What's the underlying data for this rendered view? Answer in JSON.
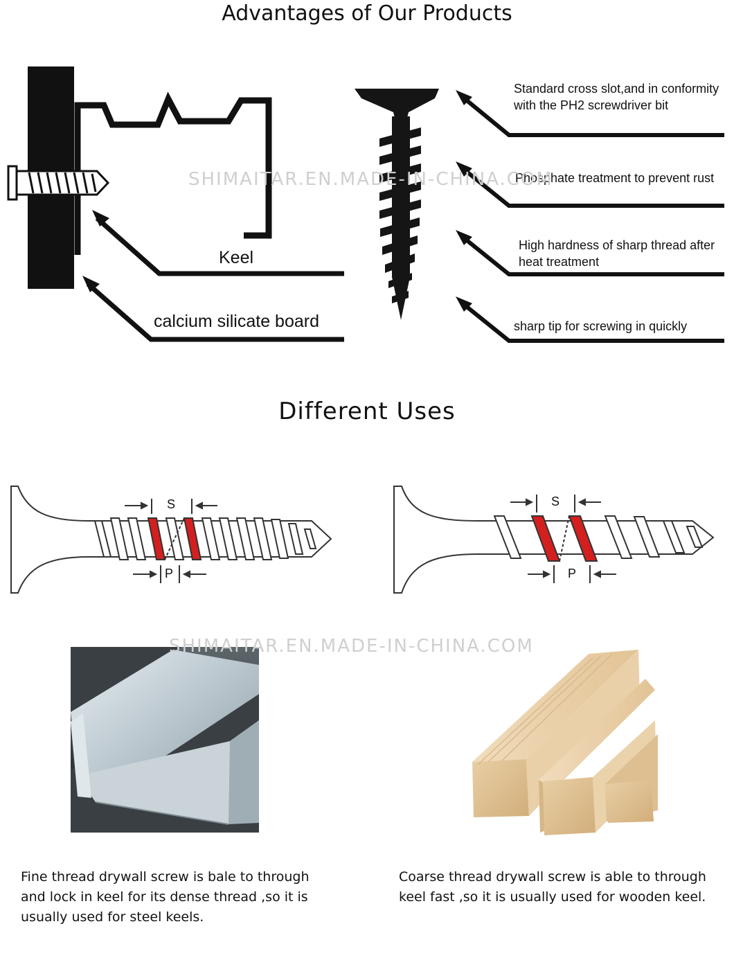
{
  "titles": {
    "advantages": "Advantages of Our Products",
    "uses": "Different Uses"
  },
  "diagram1": {
    "keel": "Keel",
    "board": "calcium silicate board"
  },
  "features": [
    "Standard cross slot,and in conformity with the PH2 screwdriver bit",
    "Phosphate treatment to prevent rust",
    "High hardness of sharp thread after heat treatment",
    "sharp tip for screwing in quickly"
  ],
  "watermark": "SHIMAITAR.EN.MADE-IN-CHINA.COM",
  "thread_labels": {
    "s": "S",
    "p": "P"
  },
  "captions": {
    "fine": "Fine thread drywall screw is bale to through and lock in keel for its dense thread ,so it is usually used for steel keels.",
    "coarse": "Coarse thread drywall screw is able to through keel fast ,so it is usually used for wooden keel."
  },
  "colors": {
    "highlight": "#d41f1f",
    "wood": "#e3c79f"
  }
}
